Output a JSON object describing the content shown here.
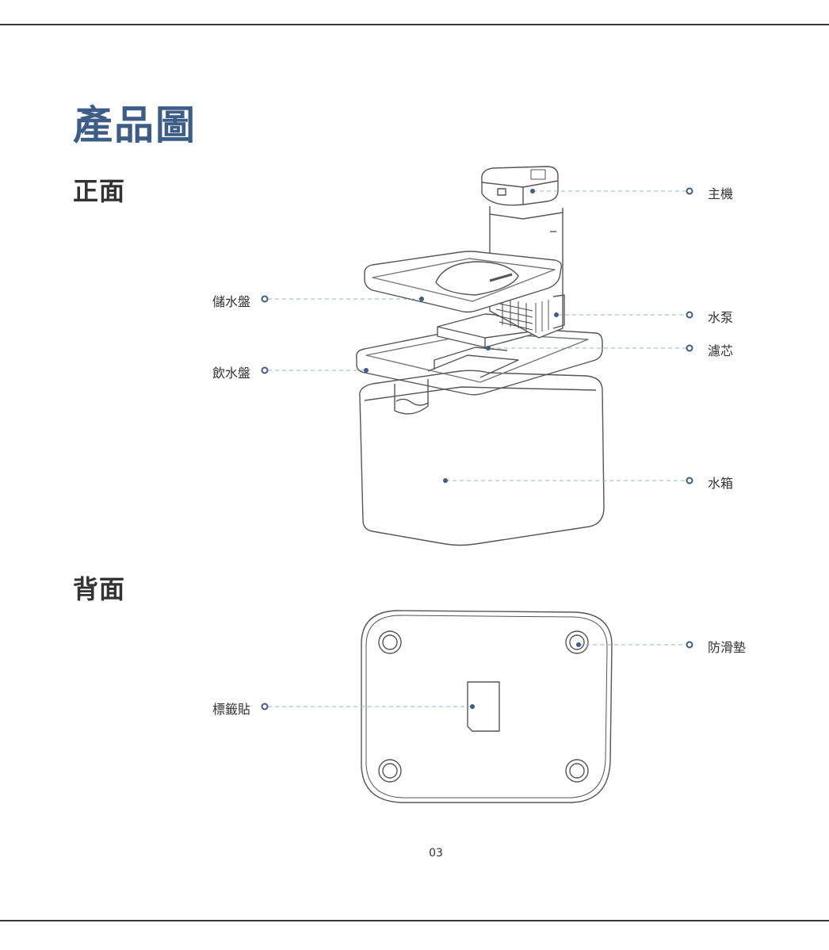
{
  "document": {
    "title": "產品圖",
    "page_number": "03"
  },
  "sections": {
    "front": {
      "heading": "正面",
      "labels": {
        "host": "主機",
        "storage_tray": "儲水盤",
        "pump": "水泵",
        "filter": "濾芯",
        "drinking_tray": "飲水盤",
        "tank": "水箱"
      }
    },
    "back": {
      "heading": "背面",
      "labels": {
        "anti_slip_pad": "防滑墊",
        "sticker": "標籤貼"
      }
    }
  },
  "colors": {
    "accent": "#3e5d86",
    "leader_line": "#9fb3cc",
    "outline": "#555555",
    "rule": "#3a3a3a"
  }
}
